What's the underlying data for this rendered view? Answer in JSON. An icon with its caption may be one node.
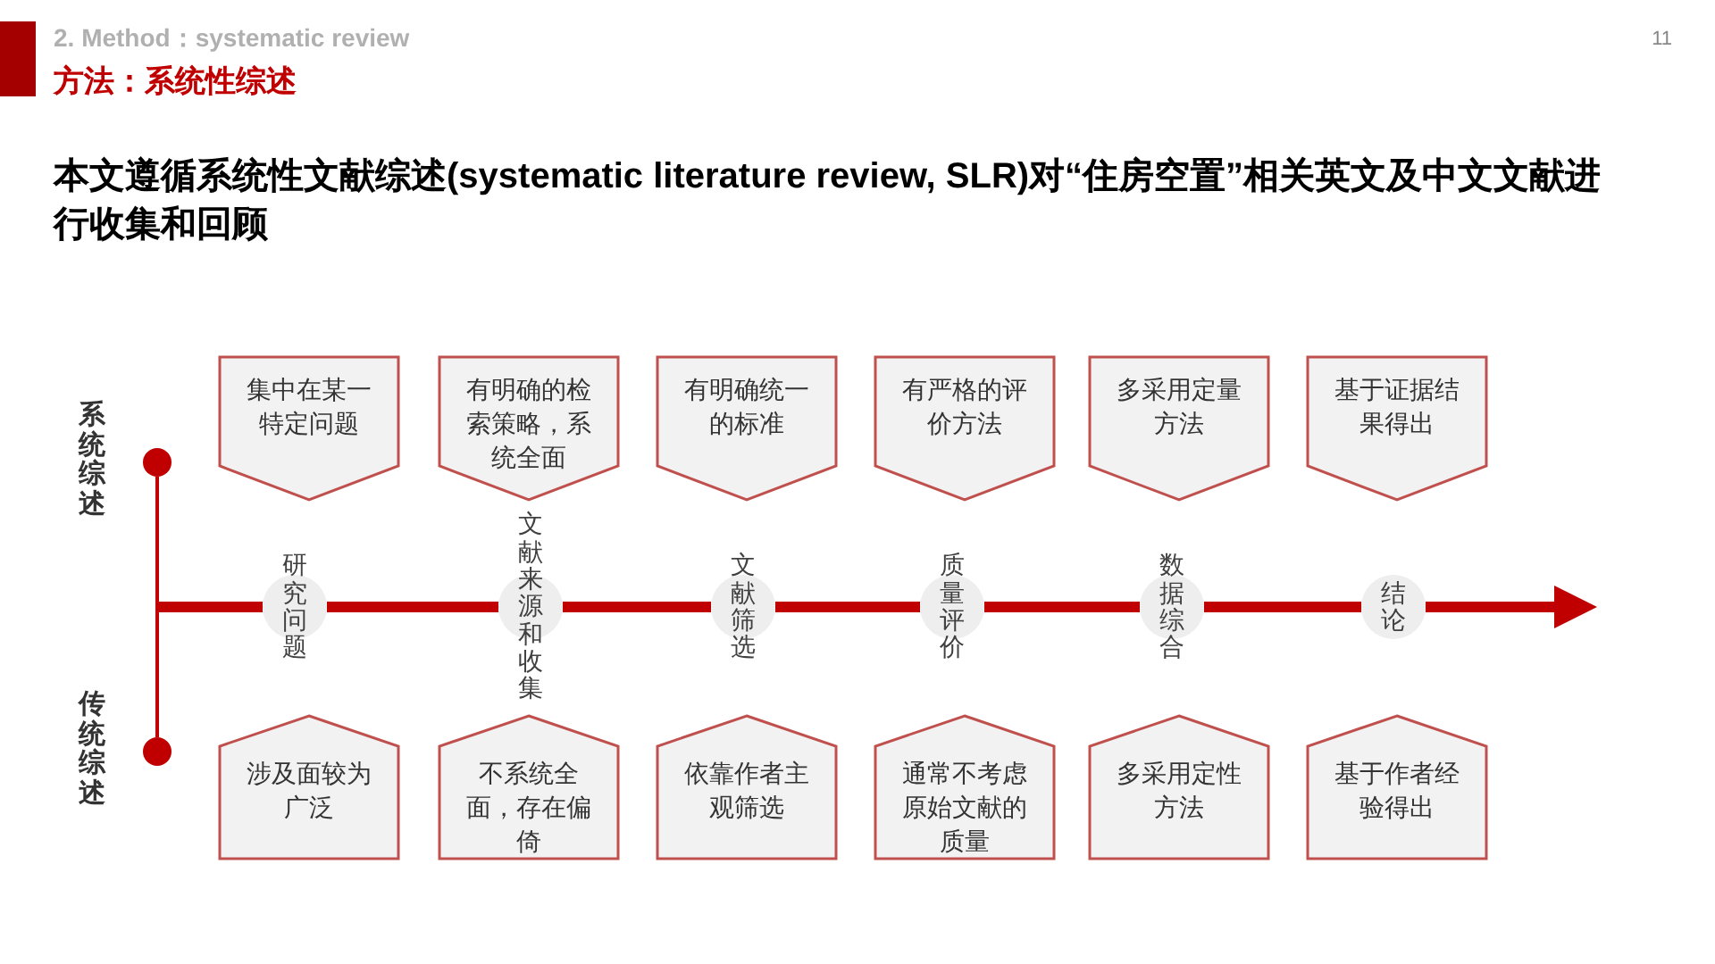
{
  "diagram": {
    "title": "方法：系统性综述",
    "nodes": [
      {
        "text": [],
        "shape": "circle",
        "beside": [
          "系统综述"
        ]
      },
      {
        "text": [
          "集中在某一特定问题"
        ]
      },
      {
        "text": [
          "有明确的检索策略，系统全面"
        ]
      },
      {
        "text": [
          "有明确统一的标准"
        ]
      },
      {
        "text": [
          "有严格的评价方法"
        ]
      },
      {
        "text": [
          "多采用定量方法"
        ]
      },
      {
        "text": [
          "基于证据结果得出"
        ]
      },
      {
        "text": [
          "研究问题"
        ]
      },
      {
        "text": [
          "文献来源和收集"
        ]
      },
      {
        "text": [
          "文献筛选"
        ]
      },
      {
        "text": [
          "质量评价"
        ]
      },
      {
        "text": [
          "数据综合"
        ]
      },
      {
        "text": [
          "结论"
        ]
      },
      {
        "text": [],
        "shape": "circle",
        "beside": [
          "传统综述"
        ]
      },
      {
        "text": [
          "涉及面较为广泛"
        ]
      },
      {
        "text": [
          "不系统全面，存在偏倚"
        ]
      },
      {
        "text": [
          "依靠作者主观筛选"
        ]
      },
      {
        "text": [
          "通常不考虑原始文献的质量"
        ]
      },
      {
        "text": [
          "多采用定性方法"
        ]
      },
      {
        "text": [
          "基于作者经验得出"
        ]
      }
    ],
    "edges": [
      {
        "from": 0,
        "to": 13,
        "arrow": "none"
      },
      {
        "from": null,
        "to": 7,
        "arrow": "none"
      },
      {
        "from": 7,
        "to": 8,
        "arrow": "none"
      },
      {
        "from": 8,
        "to": 9,
        "arrow": "none"
      },
      {
        "from": 9,
        "to": 10,
        "arrow": "none"
      },
      {
        "from": 10,
        "to": 11,
        "arrow": "none"
      },
      {
        "from": 11,
        "to": 12,
        "arrow": "none"
      },
      {
        "from": 12,
        "to": null,
        "arrow": "to"
      }
    ],
    "labels": [
      "2. Method：systematic review",
      "11",
      "本文遵循系统性文献综述(systematic literature review, SLR)对“住房空置”相关英文及中文文献进行收集和回顾"
    ]
  }
}
